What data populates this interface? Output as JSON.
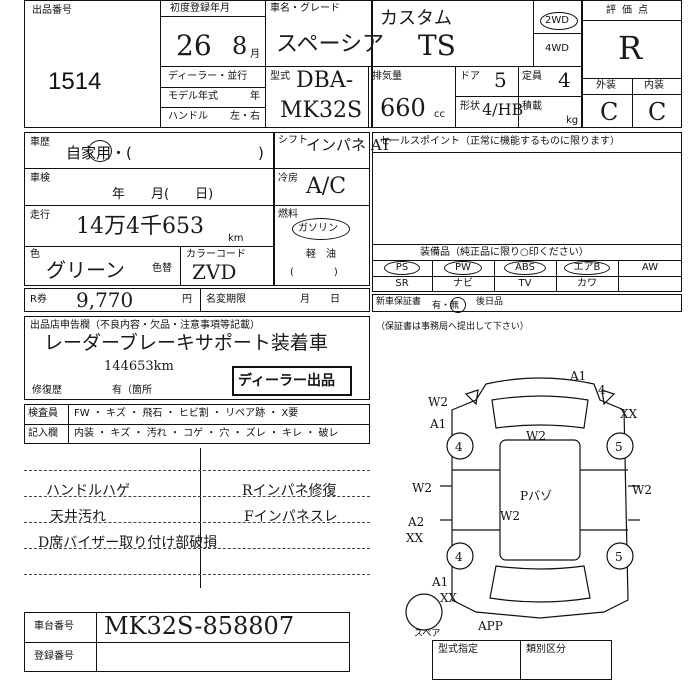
{
  "header": {
    "lot_no_label": "出品番号",
    "lot_no": "1514",
    "first_reg_label": "初度登録年月",
    "first_reg_year": "26",
    "first_reg_month": "8",
    "first_reg_month_unit": "月",
    "model_label": "車名・グレード",
    "model_name": "スペーシア",
    "grade": "カスタム",
    "grade_code": "TS",
    "drive_2wd": "2WD",
    "drive_4wd": "4WD",
    "score_label": "評価点",
    "score": "R",
    "exterior_label": "外装",
    "interior_label": "内装",
    "exterior_grade": "C",
    "interior_grade": "C",
    "dealer_label": "ディーラー・並行",
    "model_year_label": "モデル年式",
    "model_year_unit": "年",
    "handle_label": "ハンドル",
    "handle_options": "左・右",
    "type_label": "型式",
    "type_code_1": "DBA-",
    "type_code_2": "MK32S",
    "displacement_label": "排気量",
    "displacement": "660",
    "displacement_unit": "cc",
    "doors_label": "ドア",
    "doors": "5",
    "capacity_label": "定員",
    "capacity": "4",
    "shape_label": "形状",
    "shape": "4/HB",
    "load_label": "積載",
    "load_unit": "kg"
  },
  "details": {
    "history_label": "車歴",
    "history_value": "自家用・(",
    "history_close": ")",
    "inspection_label": "車検",
    "inspection_value": "年　　月(　　日)",
    "mileage_label": "走行",
    "mileage_value": "14万4千653",
    "mileage_unit": "km",
    "color_label": "色",
    "color_value": "グリーン",
    "color_change_label": "色替",
    "color_code_label": "カラーコード",
    "color_code": "ZVD",
    "shift_label": "シフト",
    "shift_value": "インパネ AT",
    "ac_label": "冷房",
    "ac_value": "A/C",
    "fuel_label": "燃料",
    "fuel_value": "ガソリン",
    "fuel_light_oil": "軽　油",
    "fuel_paren": "(　　　　)",
    "recycle_label": "R券",
    "recycle_value": "9,770",
    "recycle_unit": "円",
    "name_change_label": "名変期限",
    "name_change_value": "月　　日"
  },
  "sales_point": {
    "label": "セールスポイント（正常に機能するものに限ります）"
  },
  "equipment": {
    "label": "装備品（純正品に限り○印ください）",
    "row1": [
      "PS",
      "PW",
      "ABS",
      "エアB",
      "AW"
    ],
    "row2": [
      "SR",
      "ナビ",
      "TV",
      "カワ",
      ""
    ]
  },
  "warranty": {
    "label": "新車保証書",
    "options": "有・無",
    "after_label": "後日品",
    "note": "（保証書は事務局へ提出して下さい）"
  },
  "report": {
    "label": "出品店申告欄（不良内容・欠品・注意事項等記載）",
    "line1": "レーダーブレーキサポート装着車",
    "line2": "144653km",
    "repair_label": "修復歴",
    "repair_value": "有（箇所",
    "dealer_stamp": "ディーラー出品"
  },
  "inspector": {
    "label_a": "検査員",
    "label_b": "記入欄",
    "row1": "FW ・ キズ ・ 飛石 ・ ヒビ割 ・ リペア跡 ・ X要",
    "row2": "内装 ・ キズ ・ 汚れ ・ コゲ ・ 穴 ・ ズレ ・ キレ ・ 破レ"
  },
  "notes": {
    "left_1": "ハンドルハゲ",
    "left_2": "天井汚れ",
    "left_3": "D席バイザー取り付け部破損",
    "right_1": "Rインパネ修復",
    "right_2": "Fインパネスレ"
  },
  "diagram": {
    "marks": [
      "A1",
      "4",
      "XX",
      "W2",
      "A1",
      "4",
      "W2",
      "5",
      "W2",
      "W2",
      "A2",
      "XX",
      "W2",
      "Pバゾ",
      "4",
      "5",
      "A1",
      "XX",
      "APP"
    ],
    "spare_label": "スペア"
  },
  "footer": {
    "chassis_label": "車台番号",
    "chassis_value": "MK32S-858807",
    "reg_label": "登録番号",
    "type_designation_label": "型式指定",
    "class_label": "類別区分"
  }
}
